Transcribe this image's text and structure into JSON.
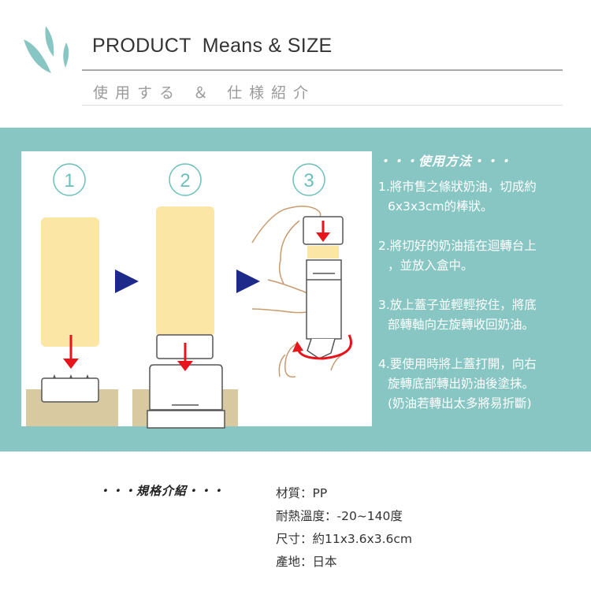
{
  "header": {
    "title": "PRODUCT  Means & SIZE",
    "subtitle": "使用する ＆ 仕様紹介"
  },
  "illustration": {
    "steps": [
      "1",
      "2",
      "3"
    ],
    "step_glyphs": [
      "①",
      "②",
      "③"
    ]
  },
  "usage": {
    "heading": "・・・使用方法・・・",
    "steps": [
      [
        "1.將市售之條狀奶油，切成約",
        "6x3x3cm的棒狀。"
      ],
      [
        "2.將切好的奶油插在迴轉台上",
        "，並放入盒中。"
      ],
      [
        "3.放上蓋子並輕輕按住，將底",
        "部轉軸向左旋轉收回奶油。"
      ],
      [
        "4.要使用時將上蓋打開，向右",
        "旋轉底部轉出奶油後塗抹。",
        "(奶油若轉出太多將易折斷)"
      ]
    ]
  },
  "specs": {
    "heading": "・・・規格介紹・・・",
    "items": [
      "材質：PP",
      "耐熱溫度：-20~140度",
      "尺寸：約11x3.6x3.6cm",
      "產地：日本"
    ]
  },
  "colors": {
    "teal": "#88c6c3",
    "butter": "#fbe6a6",
    "red": "#e8141c",
    "navy": "#1e2a8a",
    "tan": "#d8c9a0"
  }
}
